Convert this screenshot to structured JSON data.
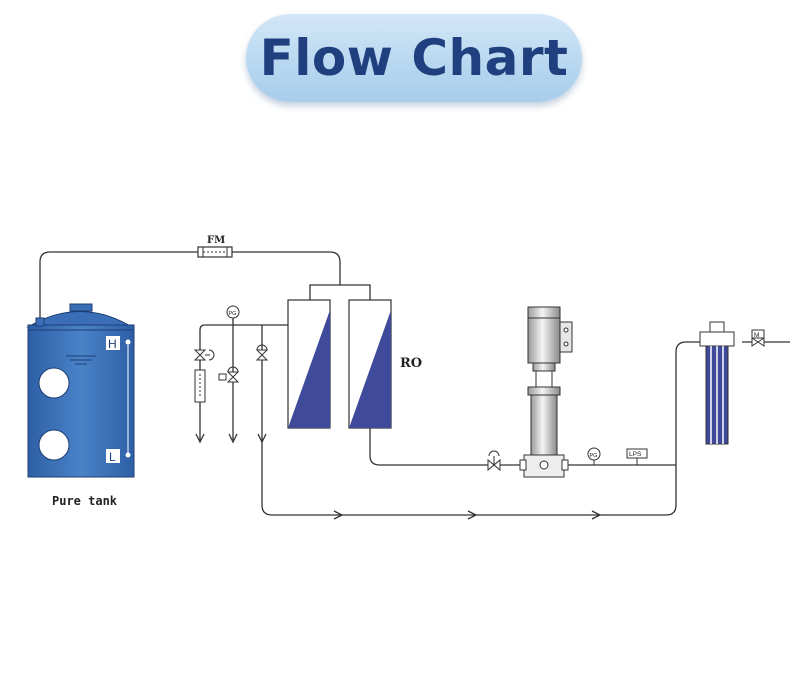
{
  "title": "Flow Chart",
  "labels": {
    "flow_meter": "FM",
    "ro": "RO",
    "pure_tank": "Pure tank",
    "level_high": "H",
    "level_low": "L",
    "pressure_gauge": "PG",
    "pressure_switch": "LPS",
    "inlet_meter": "M"
  },
  "colors": {
    "tank_blue": "#3a6fb8",
    "membrane_blue": "#3f4b9a",
    "line": "#333333",
    "title_text": "#1f3f7f"
  }
}
